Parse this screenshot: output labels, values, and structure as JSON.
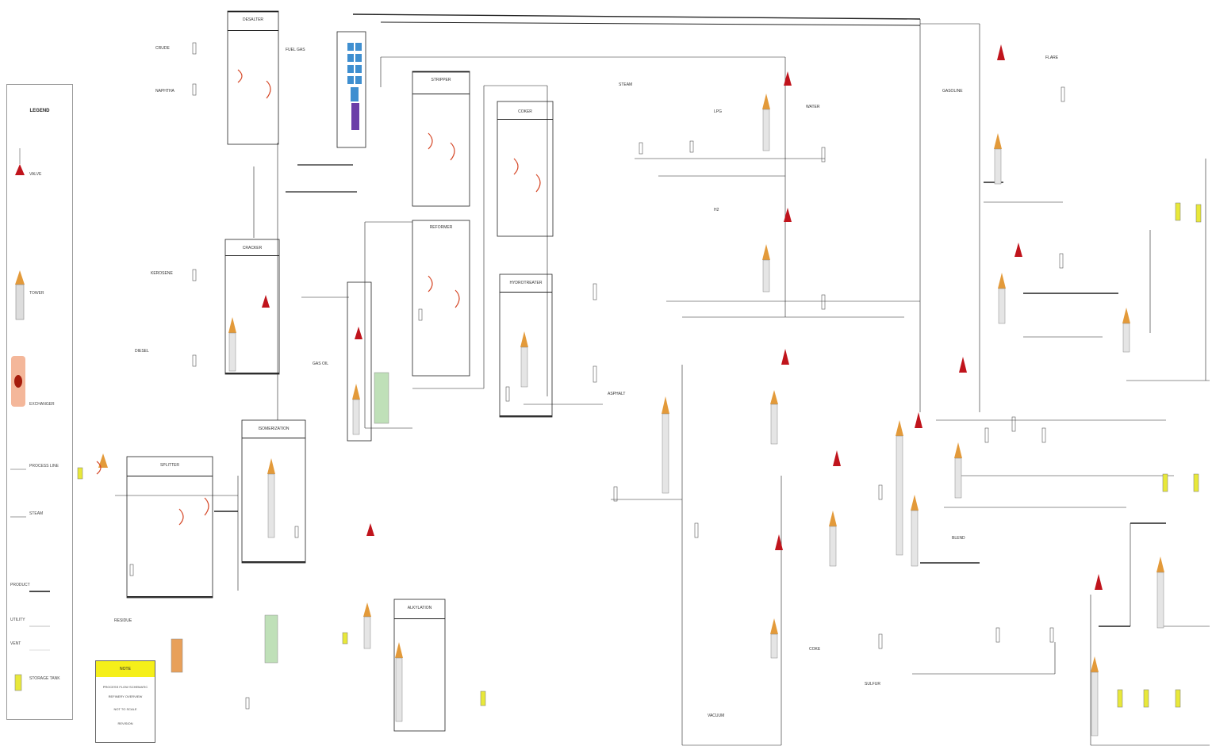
{
  "legend": {
    "title": "LEGEND",
    "items": [
      {
        "symbol": "red-cone",
        "text": "VALVE"
      },
      {
        "symbol": "orange-column",
        "text": "TOWER"
      },
      {
        "symbol": "heat-exchanger",
        "text": "EXCHANGER"
      },
      {
        "symbol": "thin-line",
        "text": "PROCESS LINE"
      },
      {
        "symbol": "gray-line",
        "text": "STEAM"
      },
      {
        "symbol": "black-line",
        "text": "PRODUCT"
      },
      {
        "symbol": "light-line",
        "text": "UTILITY"
      },
      {
        "symbol": "pale-line",
        "text": "VENT"
      },
      {
        "symbol": "yellow-tank",
        "text": "STORAGE TANK"
      }
    ]
  },
  "units": [
    {
      "name": "unit-1",
      "title": "DESALTER"
    },
    {
      "name": "unit-2",
      "title": "STRIPPER"
    },
    {
      "name": "unit-3",
      "title": "REFORMER"
    },
    {
      "name": "unit-4",
      "title": "COKER"
    },
    {
      "name": "unit-5",
      "title": "HYDROTREATER"
    },
    {
      "name": "unit-6",
      "title": "CRACKER"
    },
    {
      "name": "unit-7",
      "title": "SPLITTER"
    },
    {
      "name": "unit-8",
      "title": "ISOMERIZATION"
    },
    {
      "name": "unit-9",
      "title": "ALKYLATION"
    }
  ],
  "labels": [
    "CRUDE",
    "NAPHTHA",
    "FUEL GAS",
    "KEROSENE",
    "DIESEL",
    "GAS OIL",
    "RESIDUE",
    "LPG",
    "GASOLINE",
    "FLARE",
    "STEAM",
    "WATER",
    "H2",
    "ASPHALT",
    "COKE",
    "SULFUR",
    "BLEND",
    "VACUUM"
  ],
  "note": {
    "title": "NOTE",
    "lines": [
      "PROCESS FLOW SCHEMATIC",
      "REFINERY OVERVIEW",
      "NOT TO SCALE",
      "REVISION"
    ]
  },
  "colors": {
    "valve": "#c0141c",
    "tower": "#e39a3a",
    "line": "#222222",
    "blue": "#3f8fd0",
    "purple": "#6b3fa8",
    "tank": "#e8e83a",
    "green": "#bfe0b8",
    "exchanger": "#d64a2a"
  }
}
